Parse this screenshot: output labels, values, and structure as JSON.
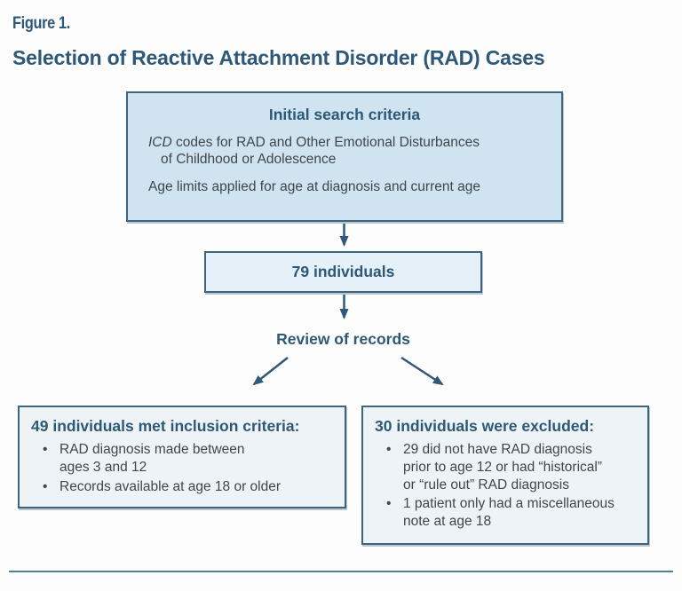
{
  "figure": {
    "label": "Figure 1.",
    "title": "Selection of Reactive Attachment Disorder (RAD) Cases"
  },
  "colors": {
    "accent_blue": "#2d5876",
    "box_border": "#3f6480",
    "initial_box_fill": "#cfe3f0",
    "individuals_box_fill": "#e6f0f8",
    "outcome_box_fill": "#eef3f7",
    "body_text": "#3f464c",
    "arrow": "#2f587a"
  },
  "flowchart": {
    "initial_box": {
      "header": "Initial search criteria",
      "icd_italic": "ICD",
      "line1_rest": " codes for RAD and Other Emotional Disturbances\nof Childhood or Adolescence",
      "line2": "Age limits applied for age at diagnosis and current age"
    },
    "individuals_box": {
      "label": "79 individuals"
    },
    "review_label": "Review of records",
    "included_box": {
      "header": "49 individuals met inclusion criteria:",
      "bullets": [
        "RAD diagnosis made between\nages 3 and 12",
        "Records available at age 18 or older"
      ]
    },
    "excluded_box": {
      "header": "30 individuals were excluded:",
      "bullets": [
        "29 did not have RAD diagnosis\nprior to age 12 or had “historical”\nor “rule out” RAD diagnosis",
        "1 patient only had a miscellaneous\nnote at age 18"
      ]
    }
  }
}
